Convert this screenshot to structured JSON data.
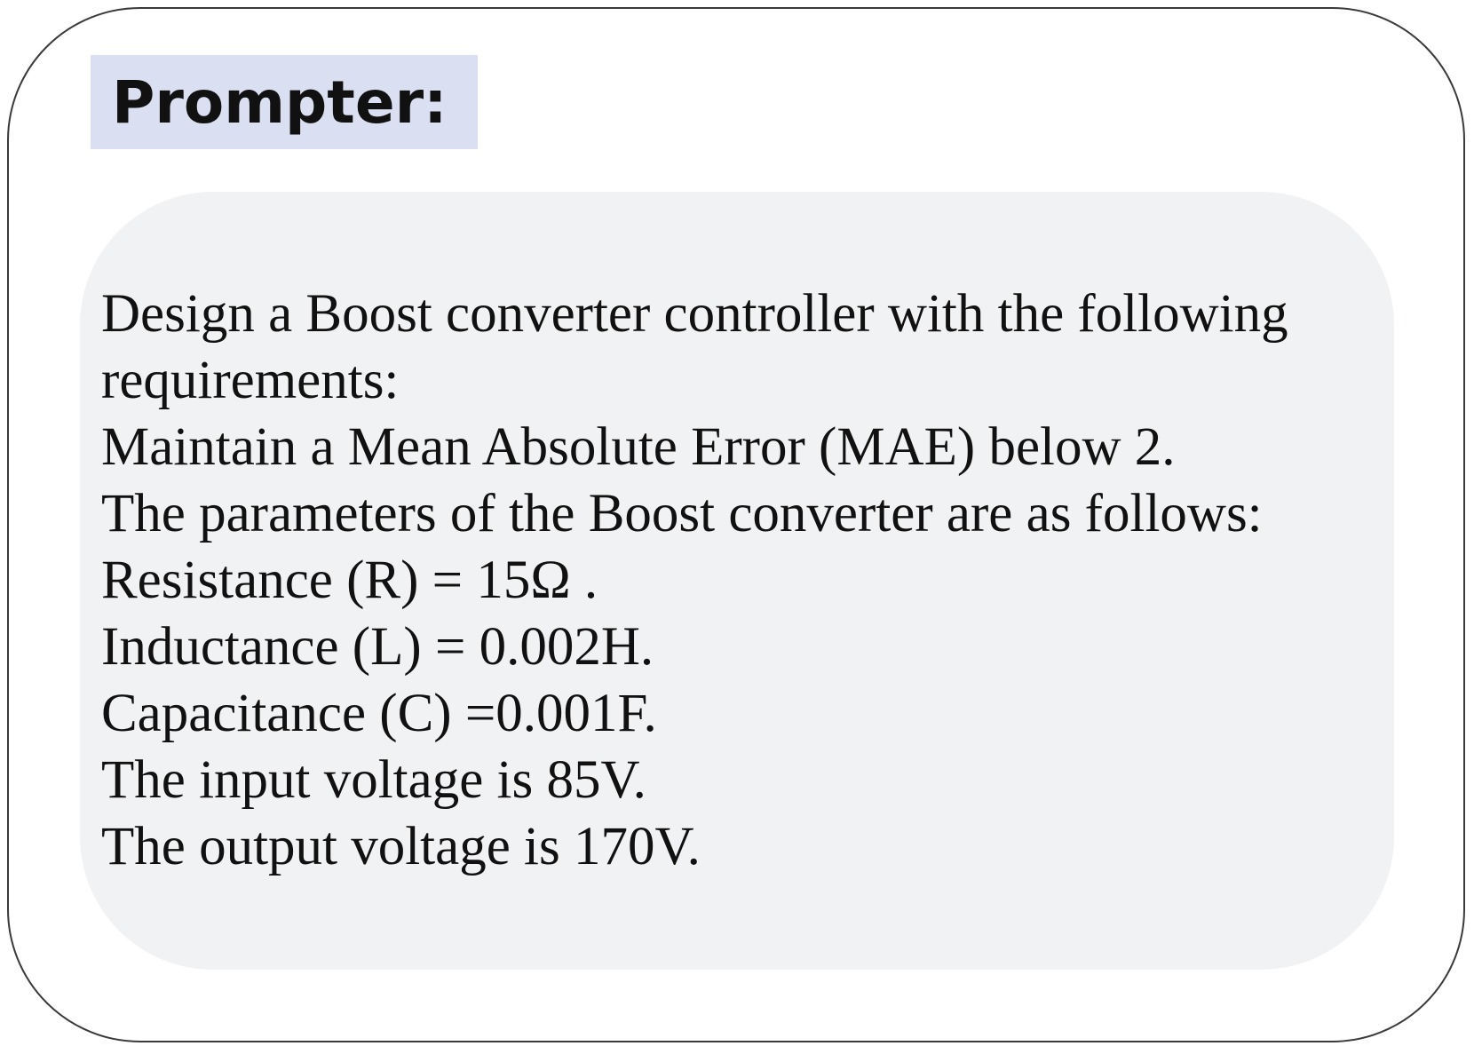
{
  "role": {
    "label": "Prompter:"
  },
  "message": {
    "lines": [
      "Design a Boost converter controller with the following",
      "requirements:",
      "Maintain a Mean Absolute Error (MAE) below 2.",
      "The parameters of the Boost converter are as follows:",
      "Resistance (R) = 15Ω .",
      "Inductance (L) = 0.002H.",
      "Capacitance (C) =0.001F.",
      "The input voltage is 85V.",
      "The output voltage is 170V."
    ]
  },
  "colors": {
    "label_background": "#dae0f1",
    "bubble_background": "#f1f2f4",
    "border": "#3a3a3a",
    "text": "#111111"
  }
}
